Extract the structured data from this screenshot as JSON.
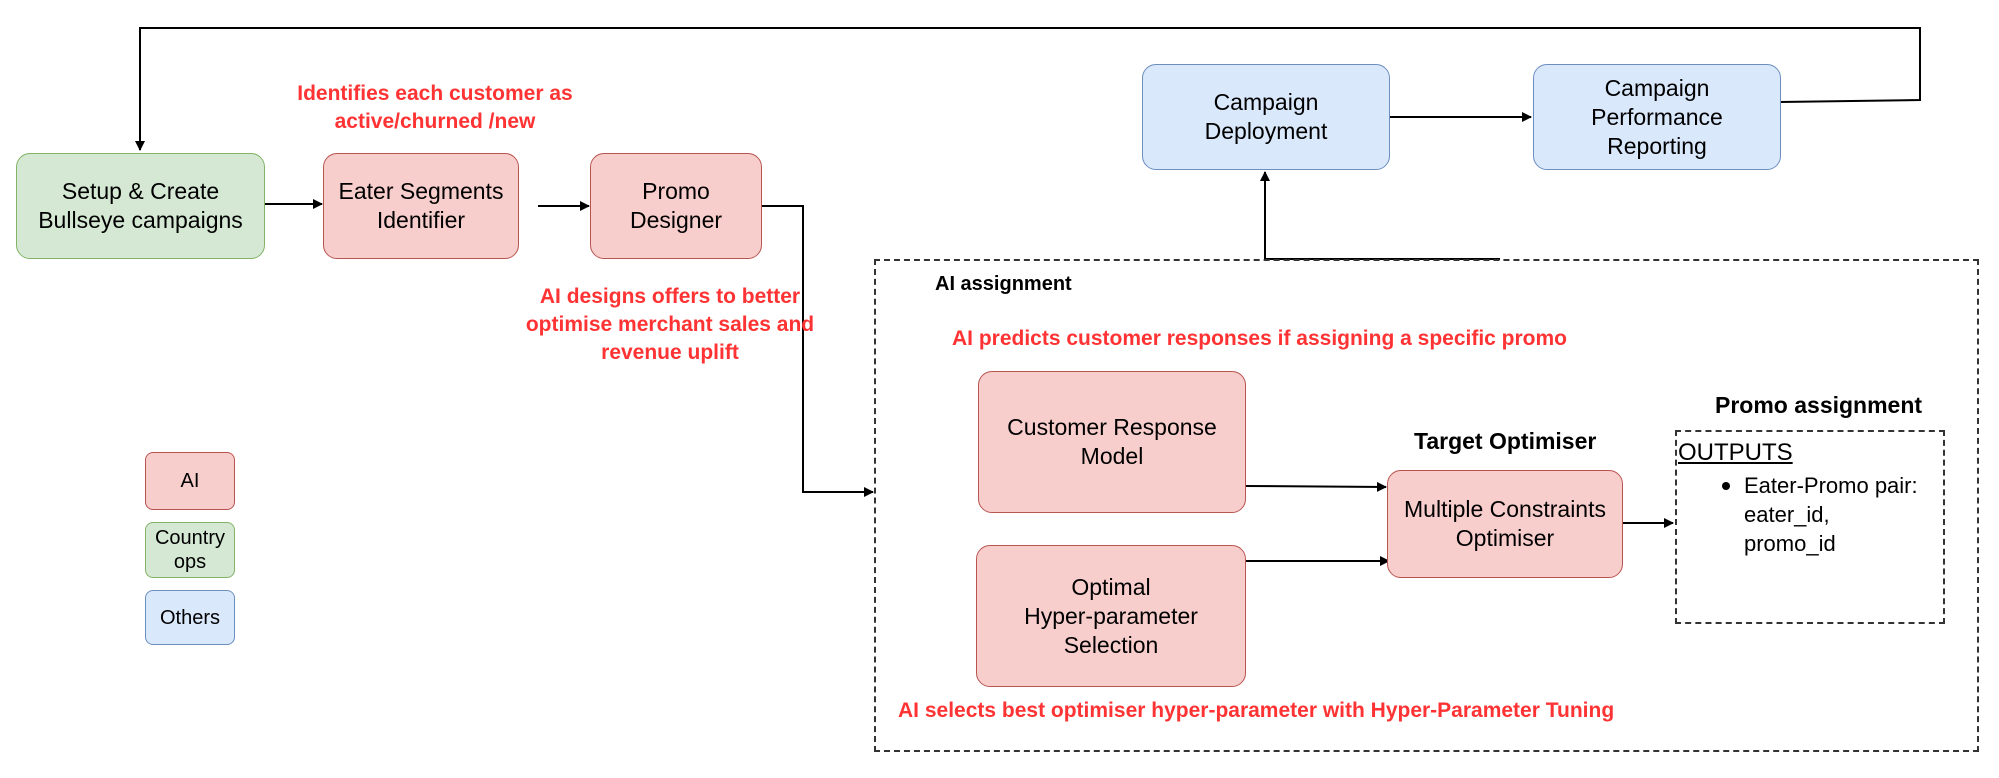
{
  "nodes": {
    "setup": {
      "line1": "Setup & Create",
      "line2": "Bullseye campaigns"
    },
    "eater_segments": {
      "line1": "Eater Segments",
      "line2": "Identifier"
    },
    "promo_designer": {
      "line1": "Promo",
      "line2": "Designer"
    },
    "campaign_deployment": {
      "line1": "Campaign",
      "line2": "Deployment"
    },
    "campaign_reporting": {
      "line1": "Campaign",
      "line2": "Performance",
      "line3": "Reporting"
    },
    "customer_response": {
      "line1": "Customer Response",
      "line2": "Model"
    },
    "hyper_parameter": {
      "line1": "Optimal",
      "line2": "Hyper-parameter",
      "line3": "Selection"
    },
    "constraints_optimiser": {
      "line1": "Multiple Constraints",
      "line2": "Optimiser"
    }
  },
  "annotations": {
    "segments_note": {
      "line1": "Identifies each customer as",
      "line2": "active/churned /new"
    },
    "promo_note": {
      "line1": "AI designs offers to better",
      "line2": "optimise merchant sales and",
      "line3": "revenue uplift"
    },
    "predict_note": "AI predicts customer responses if assigning a specific promo",
    "select_note": "AI selects best optimiser hyper-parameter with Hyper-Parameter Tuning"
  },
  "headings": {
    "ai_assignment": "AI assignment",
    "target_optimiser": "Target Optimiser",
    "promo_assignment": "Promo assignment"
  },
  "outputs": {
    "title": "OUTPUTS",
    "bullet_line1": "Eater-Promo pair:",
    "bullet_line2": "eater_id,",
    "bullet_line3": "promo_id"
  },
  "legend": {
    "ai": "AI",
    "country_ops_line1": "Country",
    "country_ops_line2": "ops",
    "others": "Others"
  },
  "colors": {
    "ai_fill": "#f8cecc",
    "ai_stroke": "#b85450",
    "ops_fill": "#d5e8d4",
    "ops_stroke": "#82b366",
    "others_fill": "#dae8fc",
    "others_stroke": "#6c8ebf",
    "annotation_text": "#ff3333"
  }
}
